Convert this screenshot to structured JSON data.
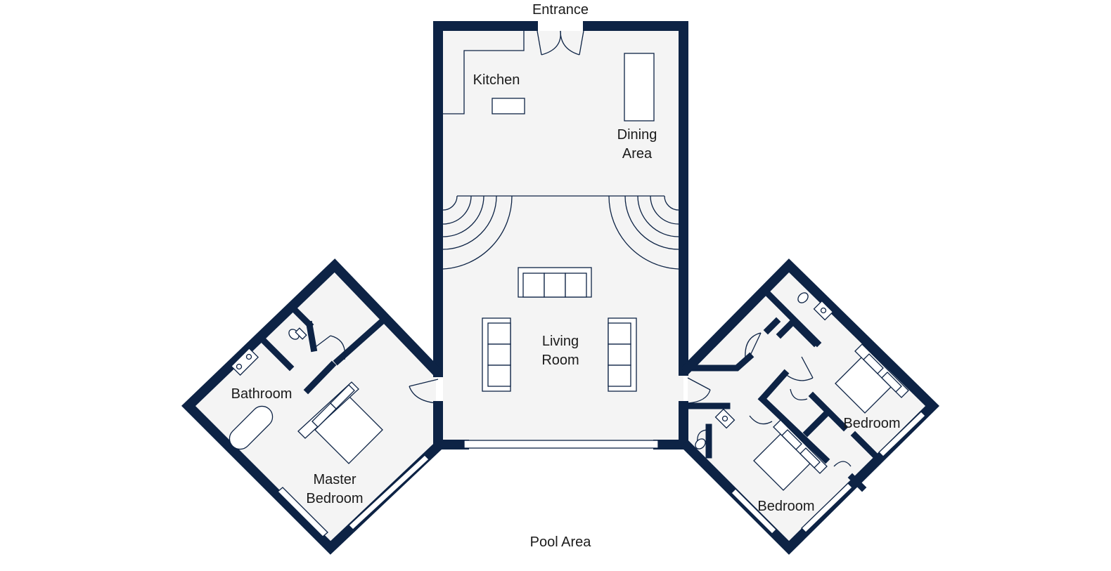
{
  "labels": {
    "entrance": "Entrance",
    "kitchen": "Kitchen",
    "dining_line1": "Dining",
    "dining_line2": "Area",
    "living_line1": "Living",
    "living_line2": "Room",
    "bathroom": "Bathroom",
    "master_line1": "Master",
    "master_line2": "Bedroom",
    "bedroom_upper": "Bedroom",
    "bedroom_lower": "Bedroom",
    "pool_area": "Pool Area"
  },
  "colors": {
    "wall": "#0d2345",
    "floor": "#f4f4f4",
    "background": "#ffffff"
  }
}
